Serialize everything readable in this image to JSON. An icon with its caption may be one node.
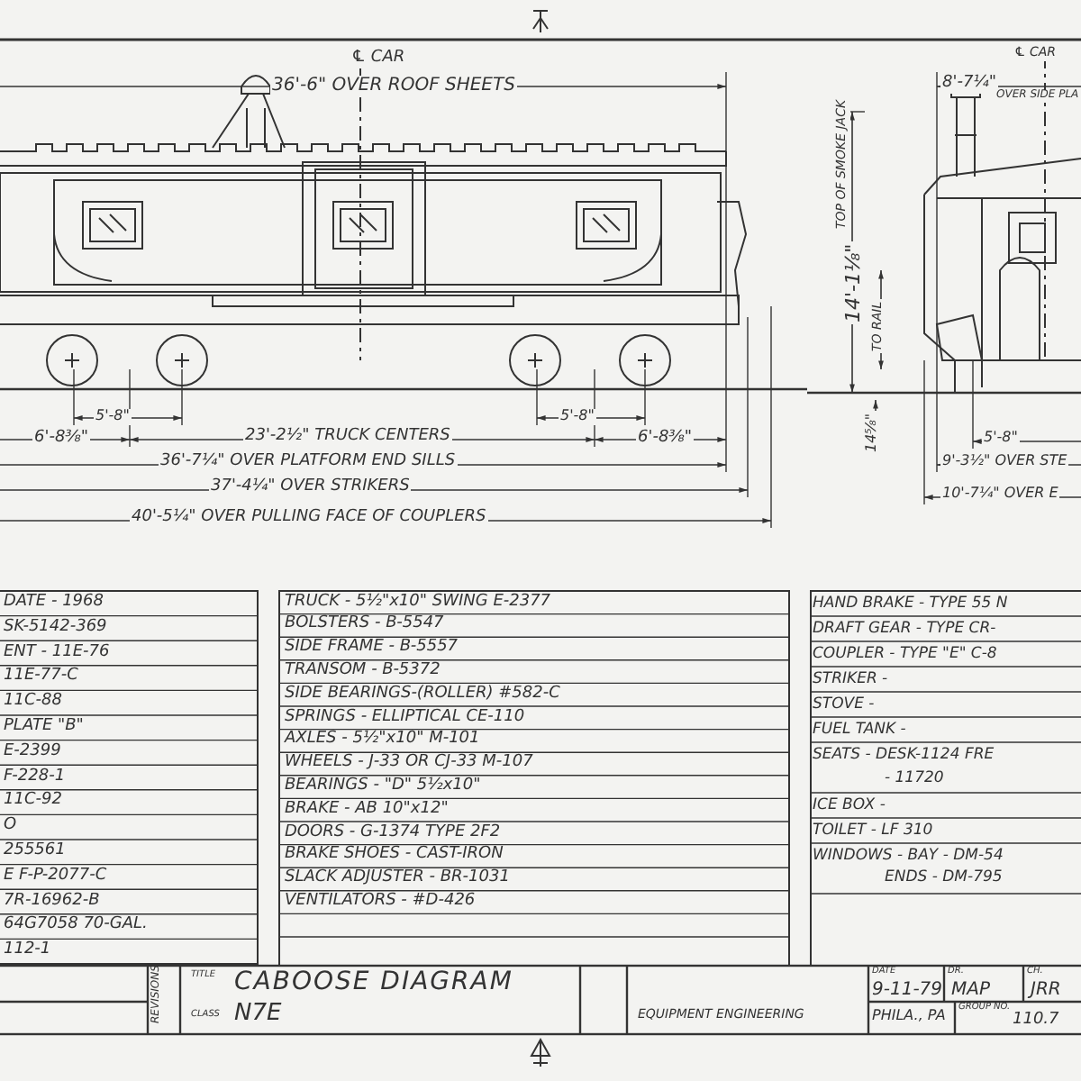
{
  "diagram": {
    "title": "CABOOSE DIAGRAM",
    "labels": [
      "℄ CAR",
      "36'-6\" OVER ROOF SHEETS",
      "5'-8\"",
      "5'-8\"",
      "6'-8⅜\"",
      "23'-2½\" TRUCK CENTERS",
      "6'-8⅜\"",
      "36'-7¼\" OVER PLATFORM END SILLS",
      "37'-4¼\" OVER STRIKERS",
      "40'-5¼\" OVER PULLING FACE OF COUPLERS",
      "℄ CAR",
      "8'-7¼\"",
      "OVER SIDE PLA",
      "14'-1⅛\"",
      "TOP OF SMOKE JACK",
      "TO RAIL",
      "14⅝\"",
      "5'-8\"",
      "9'-3½\" OVER STE",
      "10'-7¼\" OVER E",
      "DATE - 1968",
      "SK-5142-369",
      "ENT - 11E-76",
      "11E-77-C",
      "11C-88",
      "PLATE \"B\"",
      "E-2399",
      "F-228-1",
      "11C-92",
      "O",
      "255561",
      "E F-P-2077-C",
      "7R-16962-B",
      "64G7058 70-GAL.",
      "112-1",
      "TRUCK - 5½\"x10\" SWING E-2377",
      "BOLSTERS - B-5547",
      "SIDE FRAME - B-5557",
      "TRANSOM - B-5372",
      "SIDE BEARINGS-(ROLLER) #582-C",
      "SPRINGS - ELLIPTICAL CE-110",
      "AXLES - 5½\"x10\" M-101",
      "WHEELS - J-33 OR CJ-33 M-107",
      "BEARINGS - \"D\" 5½x10\"",
      "BRAKE - AB 10\"x12\"",
      "DOORS - G-1374 TYPE 2F2",
      "BRAKE SHOES - CAST-IRON",
      "SLACK ADJUSTER - BR-1031",
      "VENTILATORS - #D-426",
      "HAND BRAKE - TYPE 55 N",
      "DRAFT GEAR - TYPE CR-",
      "COUPLER - TYPE \"E\" C-8",
      "STRIKER -",
      "STOVE -",
      "FUEL TANK -",
      "SEATS - DESK-1124 FRE",
      "- 11720",
      "ICE BOX -",
      "TOILET - LF 310",
      "WINDOWS - BAY - DM-54",
      "ENDS - DM-795",
      "REVISIONS",
      "TITLE",
      "CLASS",
      "N7E",
      "EQUIPMENT ENGINEERING",
      "DATE",
      "9-11-79",
      "DR.",
      "MAP",
      "CH.",
      "JRR",
      "PHILA., PA",
      "GROUP NO.",
      "110.7"
    ]
  }
}
